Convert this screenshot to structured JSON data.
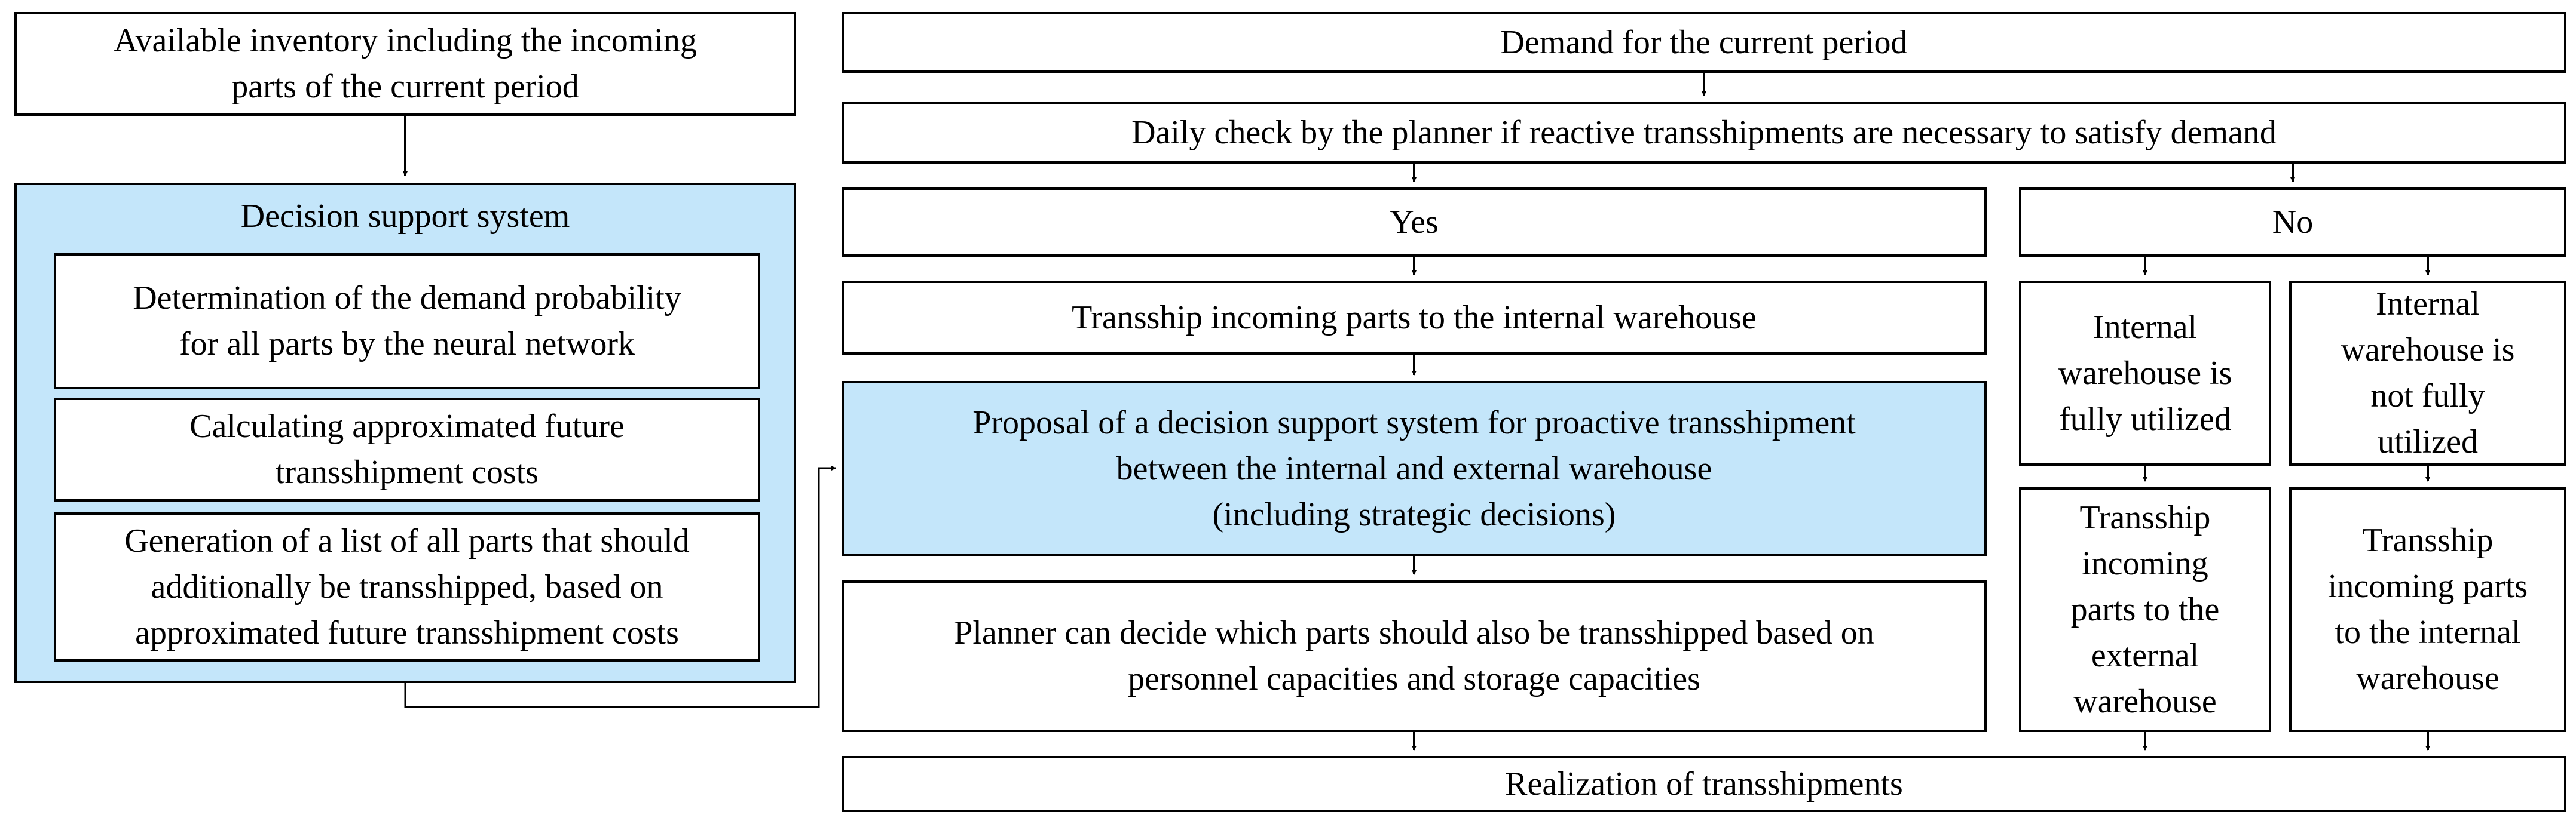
{
  "diagram": {
    "left_column": {
      "inventory": "Available inventory including the incoming\nparts of the current period",
      "dss_panel": {
        "title": "Decision support system",
        "steps": [
          "Determination of the demand probability\nfor all parts by the neural network",
          "Calculating approximated future\ntransshipment costs",
          "Generation of a list of all parts that should\nadditionally be transshipped, based on\napproximated future transshipment costs"
        ]
      }
    },
    "flow": {
      "demand": "Demand for the current period",
      "daily_check": "Daily check by the planner if reactive transshipments are necessary to satisfy demand",
      "yes": "Yes",
      "no": "No",
      "transship_internal": "Transship incoming parts to the internal warehouse",
      "proposal": "Proposal of a decision support system for proactive transshipment\nbetween the internal and external warehouse\n(including strategic decisions)",
      "planner_decides": "Planner can decide which parts should also be transshipped based on\npersonnel capacities and storage capacities",
      "internal_full": "Internal\nwarehouse is\nfully utilized",
      "internal_not_full": "Internal\nwarehouse is\nnot fully\nutilized",
      "transship_external_no": "Transship\nincoming\nparts to the\nexternal\nwarehouse",
      "transship_internal_no": "Transship\nincoming parts\nto the internal\nwarehouse",
      "realization": "Realization of transshipments"
    }
  }
}
